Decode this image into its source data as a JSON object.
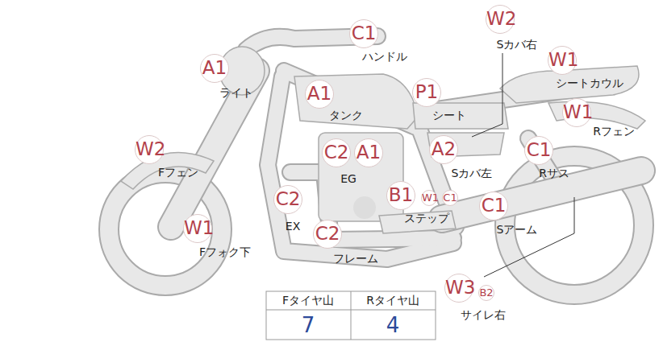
{
  "diagram": {
    "nodes": [
      {
        "text": [
          "C1",
          "ハンドル"
        ]
      },
      {
        "text": [
          "W2",
          "Sカバ右"
        ]
      },
      {
        "text": [
          "A1",
          "ライト"
        ]
      },
      {
        "text": [
          "W1",
          "シートカウル"
        ]
      },
      {
        "text": [
          "A1",
          "タンク"
        ]
      },
      {
        "text": [
          "P1",
          "シート"
        ]
      },
      {
        "text": [
          "W1",
          "Rフェン"
        ]
      },
      {
        "text": [
          "W2",
          "Fフェン"
        ]
      },
      {
        "text": [
          "C2"
        ]
      },
      {
        "text": [
          "A1"
        ]
      },
      {
        "text": [
          "A2",
          "Sカバ左"
        ]
      },
      {
        "text": [
          "C1",
          "Rサス"
        ]
      },
      {
        "text": [
          "C2",
          "EX"
        ]
      },
      {
        "text": [
          "B1",
          "ステップ"
        ]
      },
      {
        "text": [
          "W1"
        ]
      },
      {
        "text": [
          "C1"
        ]
      },
      {
        "text": [
          "C1",
          "Sアーム"
        ]
      },
      {
        "text": [
          "W1",
          "Fフォク下"
        ]
      },
      {
        "text": [
          "C2",
          "フレーム"
        ]
      },
      {
        "text": [
          "W3",
          "サイレ右"
        ]
      },
      {
        "text": [
          "B2"
        ]
      }
    ],
    "labels": [
      "EG",
      "Fタイヤ山",
      "Rタイヤ山",
      "7",
      "4"
    ]
  }
}
